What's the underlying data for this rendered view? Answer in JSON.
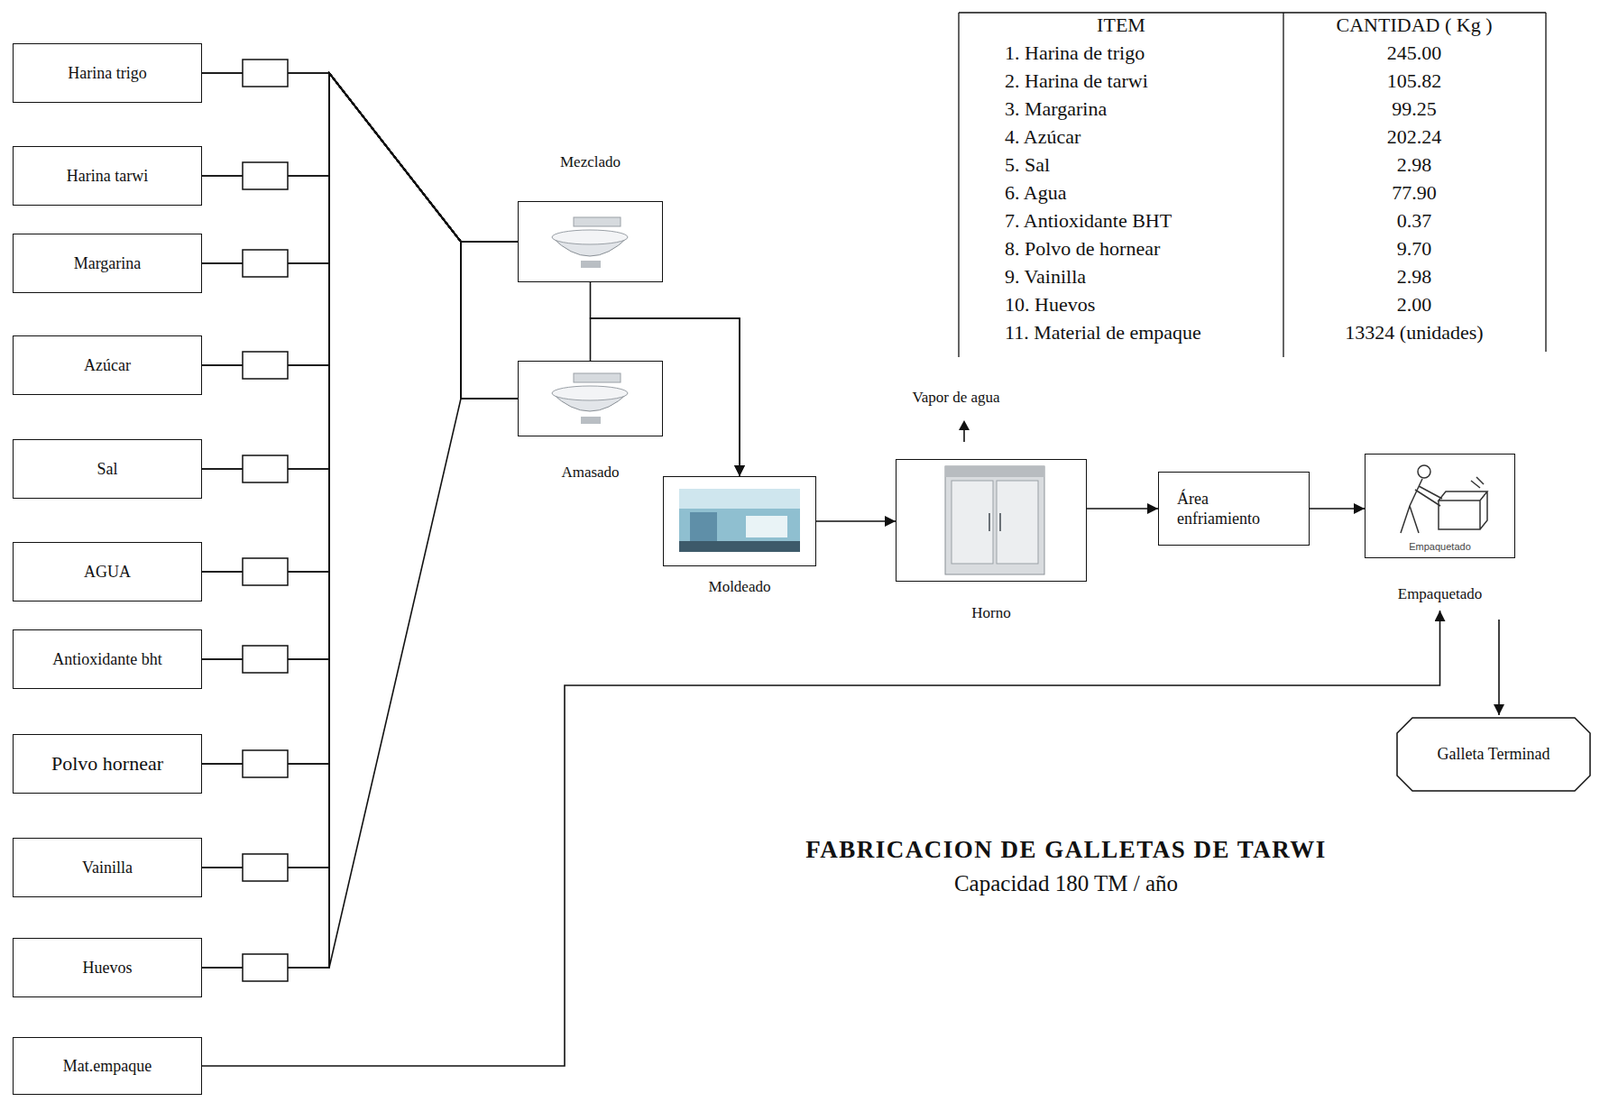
{
  "diagram": {
    "title": "FABRICACION DE GALLETAS DE TARWI",
    "caption": "Capacidad 180 TM / año",
    "nodes": [
      {
        "text": [
          "Harina trigo"
        ]
      },
      {
        "text": [
          "Harina tarwi"
        ]
      },
      {
        "text": [
          "Margarina"
        ]
      },
      {
        "text": [
          "Azúcar"
        ]
      },
      {
        "text": [
          "Sal"
        ]
      },
      {
        "text": [
          "AGUA"
        ]
      },
      {
        "text": [
          "Antioxidante bht"
        ]
      },
      {
        "text": [
          "Polvo hornear"
        ]
      },
      {
        "text": [
          "Vainilla"
        ]
      },
      {
        "text": [
          "Huevos"
        ]
      },
      {
        "text": [
          "Mat.empaque"
        ]
      },
      {
        "text": [
          "Mezclado"
        ]
      },
      {
        "text": [
          "Amasado"
        ]
      },
      {
        "text": [
          "Moldeado"
        ]
      },
      {
        "text": [
          "Horno"
        ]
      },
      {
        "text": [
          "Área enfriamiento"
        ]
      },
      {
        "text": [
          "Empaquetado",
          "Empaquetado"
        ]
      },
      {
        "text": [
          "Galleta Terminad"
        ]
      }
    ],
    "edges": [
      {
        "from": 0,
        "to": 11,
        "arrow": "none"
      },
      {
        "from": 1,
        "to": 11,
        "arrow": "none"
      },
      {
        "from": 2,
        "to": 11,
        "arrow": "none"
      },
      {
        "from": 3,
        "to": 11,
        "arrow": "none"
      },
      {
        "from": 4,
        "to": 11,
        "arrow": "none"
      },
      {
        "from": 5,
        "to": 11,
        "arrow": "none"
      },
      {
        "from": 6,
        "to": 11,
        "arrow": "none"
      },
      {
        "from": 7,
        "to": 11,
        "arrow": "none"
      },
      {
        "from": 8,
        "to": 11,
        "arrow": "none"
      },
      {
        "from": 9,
        "to": 11,
        "arrow": "none"
      },
      {
        "from": 0,
        "to": 12,
        "arrow": "none"
      },
      {
        "from": 1,
        "to": 12,
        "arrow": "none"
      },
      {
        "from": 2,
        "to": 12,
        "arrow": "none"
      },
      {
        "from": 3,
        "to": 12,
        "arrow": "none"
      },
      {
        "from": 4,
        "to": 12,
        "arrow": "none"
      },
      {
        "from": 5,
        "to": 12,
        "arrow": "none"
      },
      {
        "from": 6,
        "to": 12,
        "arrow": "none"
      },
      {
        "from": 7,
        "to": 12,
        "arrow": "none"
      },
      {
        "from": 8,
        "to": 12,
        "arrow": "none"
      },
      {
        "from": 9,
        "to": 12,
        "arrow": "none"
      },
      {
        "from": 11,
        "to": 13,
        "arrow": "to"
      },
      {
        "from": 12,
        "to": 13,
        "arrow": "to"
      },
      {
        "from": 13,
        "to": 14,
        "arrow": "to"
      },
      {
        "from": 14,
        "to": 15,
        "arrow": "to"
      },
      {
        "from": 15,
        "to": 16,
        "arrow": "to"
      },
      {
        "from": 10,
        "to": 16,
        "arrow": "to"
      },
      {
        "from": 16,
        "to": 17,
        "arrow": "to"
      }
    ],
    "labels": [
      "Vapor de agua",
      "ITEM",
      "CANTIDAD ( Kg )",
      "1. Harina de trigo",
      "245.00",
      "2. Harina de tarwi",
      "105.82",
      "3. Margarina",
      "99.25",
      "4. Azúcar",
      "202.24",
      "5. Sal",
      "2.98",
      "6. Agua",
      "77.90",
      "7. Antioxidante BHT",
      "0.37",
      "8. Polvo de hornear",
      "9.70",
      "9. Vainilla",
      "2.98",
      "10. Huevos",
      "2.00",
      "11. Material de empaque",
      "13324 (unidades)"
    ]
  }
}
